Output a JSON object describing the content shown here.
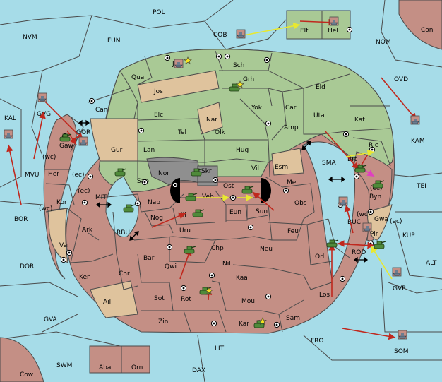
{
  "colors": {
    "sea": "#a6dce8",
    "green": "#a9c995",
    "red": "#c48f85",
    "tan": "#dfc39d",
    "grey": "#8f8f8f",
    "border": "#4a4a4a",
    "army": "#4f8a3a",
    "fleet": "#6b7c8f",
    "support": "#e8e830",
    "move": "#c0281e",
    "convoy": "#e040c0"
  },
  "sea_labels": {
    "pol": "POL",
    "nvm": "NVM",
    "fun": "FUN",
    "cob": "COB",
    "nom": "NOM",
    "con": "Con",
    "ovd": "OVD",
    "kal": "KAL",
    "kam": "KAM",
    "mvu": "MVU",
    "tei": "TEI",
    "bor": "BOR",
    "mit": "MIT",
    "rbu": "RBU",
    "sma": "SMA",
    "kup": "KUP",
    "dor": "DOR",
    "alt": "ALT",
    "gva": "GVA",
    "fro": "FRO",
    "swm": "SWM",
    "lit": "LIT",
    "som": "SOM",
    "dax": "DAX",
    "cow": "Cow"
  },
  "green_labels": {
    "jad": "Jad",
    "sch": "Sch",
    "qua": "Qua",
    "grh": "Grh",
    "eld": "Eld",
    "can": "Can",
    "yok": "Yok",
    "car": "Car",
    "uta": "Uta",
    "elc": "Elc",
    "nar": "Nar",
    "kat": "Kat",
    "tel": "Tel",
    "olk": "Olk",
    "amp": "Amp",
    "lan": "Lan",
    "hug": "Hug",
    "sap": "Sap",
    "vil": "Vil",
    "rie": "Rie",
    "nor": "Nor"
  },
  "red_labels": {
    "gaw": "Gaw",
    "her": "Her",
    "kor": "Kor",
    "ark": "Ark",
    "ken": "Ken",
    "nab": "Nab",
    "nog": "Nog",
    "veb": "Veb",
    "ost": "Ost",
    "mel": "Mel",
    "eun": "Eun",
    "sun": "Sun",
    "obs": "Obs",
    "hil": "Hil",
    "uru": "Uru",
    "feu": "Feu",
    "chr": "Chr",
    "bar": "Bar",
    "chp": "Chp",
    "neu": "Neu",
    "qwi": "Qwi",
    "nil": "Nil",
    "kaa": "Kaa",
    "orl": "Orl",
    "sot": "Sot",
    "rot": "Rot",
    "mou": "Mou",
    "los": "Los",
    "zin": "Zin",
    "kar": "Kar",
    "sam": "Sam",
    "byn": "Byn",
    "pir": "Pir",
    "brt": "Brt"
  },
  "tan_labels": {
    "jos": "Jos",
    "gur": "Gur",
    "esm": "Esm",
    "ver": "Ver",
    "ail": "Ail",
    "gwa": "Gwa"
  },
  "grey_labels": {
    "skr": "Skr"
  },
  "island_labels": {
    "elf": "Elf",
    "hel": "Hel",
    "gvg": "GVG",
    "gor": "GOR",
    "buc": "BUC",
    "rod": "ROD",
    "gvp": "GVP",
    "aba": "Aba",
    "orn": "Orn"
  },
  "coast_labels": {
    "wc1": "(wc)",
    "ec1": "(ec)",
    "ec2": "(ec)",
    "wc2": "(wc)",
    "ec3": "(ec)",
    "wc3": "(wc)",
    "ec4": "(ec)"
  }
}
